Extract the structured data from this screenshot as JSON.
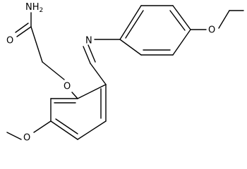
{
  "atom_labels": {
    "amide_n": "NH",
    "amide_n_sub": "2",
    "amide_o": "O",
    "ether_o": "O",
    "methoxy_o": "O",
    "imine_n": "N",
    "ethoxy_o": "O"
  }
}
